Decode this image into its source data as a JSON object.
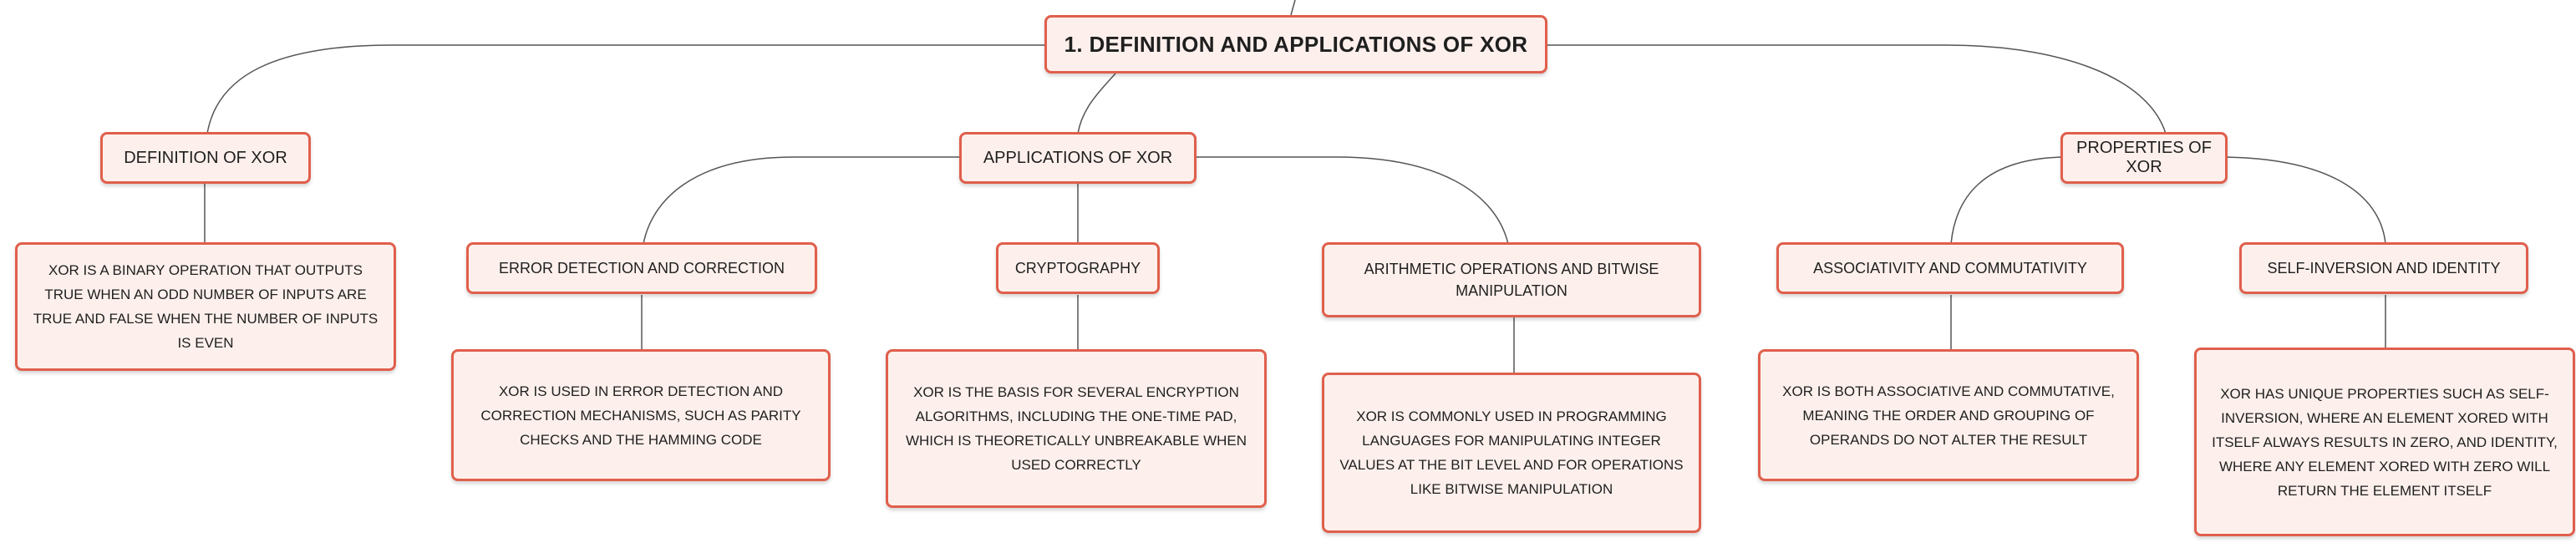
{
  "mindmap": {
    "root": "1. DEFINITION AND APPLICATIONS OF XOR",
    "definition": {
      "label": "DEFINITION OF XOR",
      "detail": "XOR IS A BINARY OPERATION THAT OUTPUTS TRUE WHEN AN ODD NUMBER OF INPUTS ARE TRUE AND FALSE WHEN THE NUMBER OF INPUTS IS EVEN"
    },
    "applications": {
      "label": "APPLICATIONS OF XOR",
      "error_detection": {
        "label": "ERROR DETECTION AND CORRECTION",
        "detail": "XOR IS USED IN ERROR DETECTION AND CORRECTION MECHANISMS, SUCH AS PARITY CHECKS AND THE HAMMING CODE"
      },
      "cryptography": {
        "label": "CRYPTOGRAPHY",
        "detail": "XOR IS THE BASIS FOR SEVERAL ENCRYPTION ALGORITHMS, INCLUDING THE ONE-TIME PAD, WHICH IS THEORETICALLY UNBREAKABLE WHEN USED CORRECTLY"
      },
      "arithmetic": {
        "label": "ARITHMETIC OPERATIONS AND BITWISE MANIPULATION",
        "detail": "XOR IS COMMONLY USED IN PROGRAMMING LANGUAGES FOR MANIPULATING INTEGER VALUES AT THE BIT LEVEL AND FOR OPERATIONS LIKE BITWISE MANIPULATION"
      }
    },
    "properties": {
      "label": "PROPERTIES OF XOR",
      "associativity": {
        "label": "ASSOCIATIVITY AND COMMUTATIVITY",
        "detail": "XOR IS BOTH ASSOCIATIVE AND COMMUTATIVE, MEANING THE ORDER AND GROUPING OF OPERANDS DO NOT ALTER THE RESULT"
      },
      "self_inversion": {
        "label": "SELF-INVERSION AND IDENTITY",
        "detail": "XOR HAS UNIQUE PROPERTIES SUCH AS SELF-INVERSION, WHERE AN ELEMENT XORED WITH ITSELF ALWAYS RESULTS IN ZERO, AND IDENTITY, WHERE ANY ELEMENT XORED WITH ZERO WILL RETURN THE ELEMENT ITSELF"
      }
    }
  },
  "colors": {
    "node_border": "#e05f4c",
    "node_fill": "#fdf0ec",
    "connector": "#555555"
  }
}
